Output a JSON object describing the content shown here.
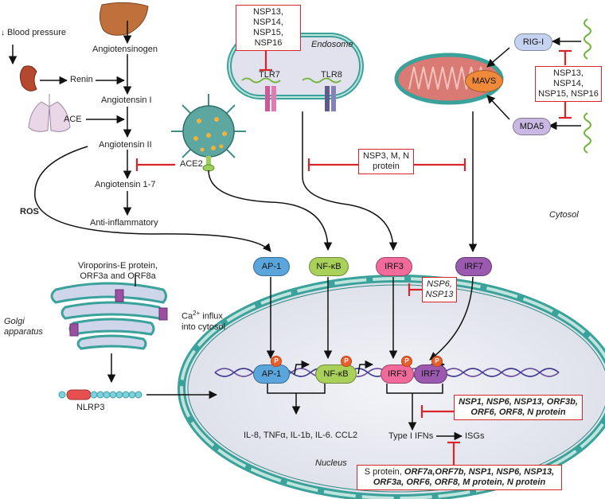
{
  "raas": {
    "blood_pressure": "Blood pressure",
    "renin": "Renin",
    "ace": "ACE",
    "angiotensinogen": "Angiotensinogen",
    "angiotensin1": "Angiotensin I",
    "angiotensin2": "Angiotensin II",
    "angiotensin17": "Angiotensin 1-7",
    "anti_inflammatory": "Anti-inflammatory",
    "ace2": "ACE2",
    "ros": "ROS"
  },
  "endosome": {
    "title": "Endosome",
    "tlr7": "TLR7",
    "tlr8": "TLR8",
    "inhibitors": "NSP13, NSP14, NSP15, NSP16"
  },
  "mito": {
    "mavs": "MAVS",
    "rigi": "RIG-I",
    "mda5": "MDA5",
    "inhibitors": "NSP13, NSP14, NSP15, NSP16"
  },
  "center_inhibitor": "NSP3, M, N protein",
  "cytosol": "Cytosol",
  "tf": {
    "ap1": "AP-1",
    "nfkb": "NF-κB",
    "irf3": "IRF3",
    "irf7": "IRF7",
    "phospho": "P"
  },
  "irf3_inhibitor": "NSP6, NSP13",
  "golgi": {
    "label": "Golgi apparatus",
    "viroporins": "Viroporins-E protein, ORF3a and ORF8a",
    "ca_influx_prefix": "Ca",
    "ca_influx_sup": "2+",
    "ca_influx_suffix": " influx into cytosol",
    "nlrp3": "NLRP3"
  },
  "nucleus": {
    "label": "Nucleus",
    "cytokines": "IL-8, TNFα, IL-1b, IL-6. CCL2",
    "type1_ifn": "Type I IFNs",
    "isgs": "ISGs",
    "ifn_inhibitor": "NSP1, NSP6, NSP13, ORF3b, ORF6, ORF8, N protein",
    "isg_inhibitor_plain": "S protein,",
    "isg_inhibitor_bold": "ORF7a,ORF7b, NSP1, NSP6, NSP13, ORF3a, ORF6, ORF8, M protein, N protein"
  },
  "colors": {
    "inhibit": "#d9252a",
    "ap1": "#5aa6dc",
    "nfkb": "#a9d15a",
    "irf3": "#f06a9a",
    "irf7": "#9b5ab0",
    "membrane": "#3aa29a",
    "phospho": "#e8602b"
  }
}
